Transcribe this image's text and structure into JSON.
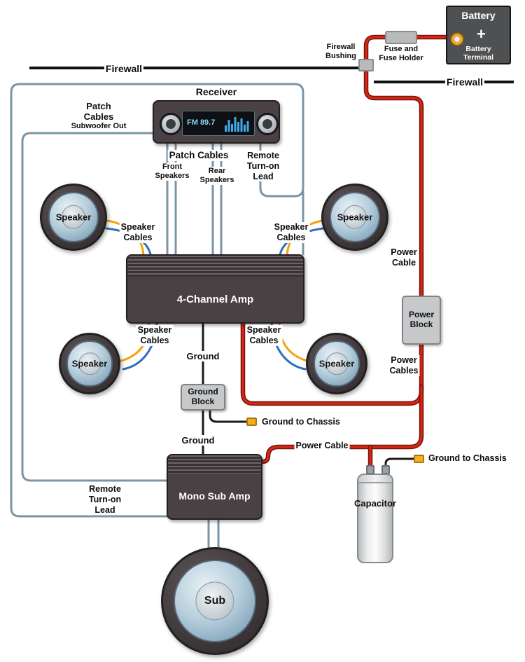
{
  "colors": {
    "wire_signal": "#7a95a8",
    "wire_power": "#d8281a",
    "wire_ground": "#1b1b1b",
    "wire_speaker_yellow": "#f5a30a",
    "wire_speaker_blue": "#2e6fb7",
    "connector_yellow": "#f2b01e",
    "box_dark": "#4a4144",
    "block_gray": "#c7c8ca"
  },
  "battery": {
    "title": "Battery",
    "plus": "+",
    "terminal_label": "Battery\nTerminal"
  },
  "fuse": {
    "label": "Fuse and\nFuse Holder"
  },
  "firewall": {
    "bushing_label": "Firewall\nBushing",
    "left_label": "Firewall",
    "right_label": "Firewall"
  },
  "receiver": {
    "title": "Receiver",
    "display_text": "FM 89.7"
  },
  "patch_sub": {
    "title": "Patch\nCables",
    "subtitle": "Subwoofer Out"
  },
  "patch_main": {
    "title": "Patch Cables",
    "front": "Front\nSpeakers",
    "rear": "Rear\nSpeakers"
  },
  "remote_top": {
    "label": "Remote\nTurn-on\nLead"
  },
  "remote_bottom": {
    "label": "Remote\nTurn-on\nLead"
  },
  "speakers": {
    "label": "Speaker",
    "cables_label": "Speaker\nCables",
    "sub_label": "Sub"
  },
  "amps": {
    "four_channel": "4-Channel Amp",
    "mono_sub": "Mono Sub Amp"
  },
  "ground": {
    "label_upper": "Ground",
    "label_lower": "Ground",
    "block_label": "Ground\nBlock",
    "chassis_mid": "Ground to Chassis",
    "chassis_right": "Ground to Chassis"
  },
  "power": {
    "cable_upper": "Power\nCable",
    "block_label": "Power\nBlock",
    "cables_label": "Power\nCables",
    "cable_lower": "Power Cable"
  },
  "capacitor": {
    "label": "Capacitor"
  }
}
